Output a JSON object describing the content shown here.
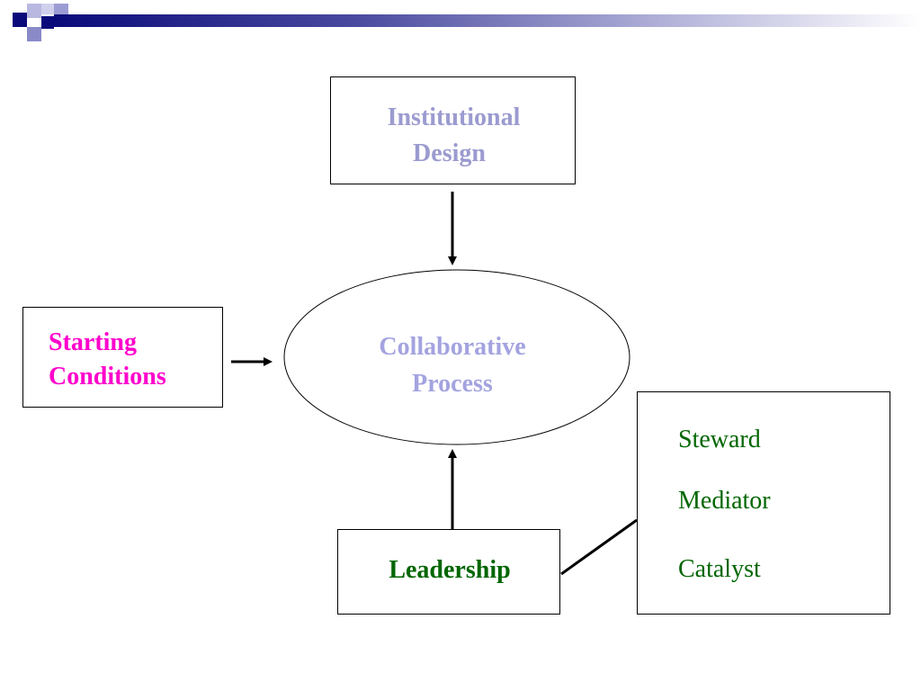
{
  "colors": {
    "accent_navy": "#0a0a7a",
    "accent_lavender": "#9999cc",
    "institutional_text": "#9b9bd0",
    "collaborative_text": "#a3a3e0",
    "starting_text": "#ff00cc",
    "leadership_text": "#006600",
    "roles_text": "#006600"
  },
  "nodes": {
    "institutional_design": {
      "line1": "Institutional",
      "line2": "Design"
    },
    "collaborative_process": {
      "line1": "Collaborative",
      "line2": "Process"
    },
    "starting_conditions": {
      "line1": "Starting",
      "line2": "Conditions"
    },
    "leadership": {
      "label": "Leadership"
    },
    "leadership_roles": {
      "items": [
        "Steward",
        "Mediator",
        "Catalyst"
      ]
    }
  }
}
